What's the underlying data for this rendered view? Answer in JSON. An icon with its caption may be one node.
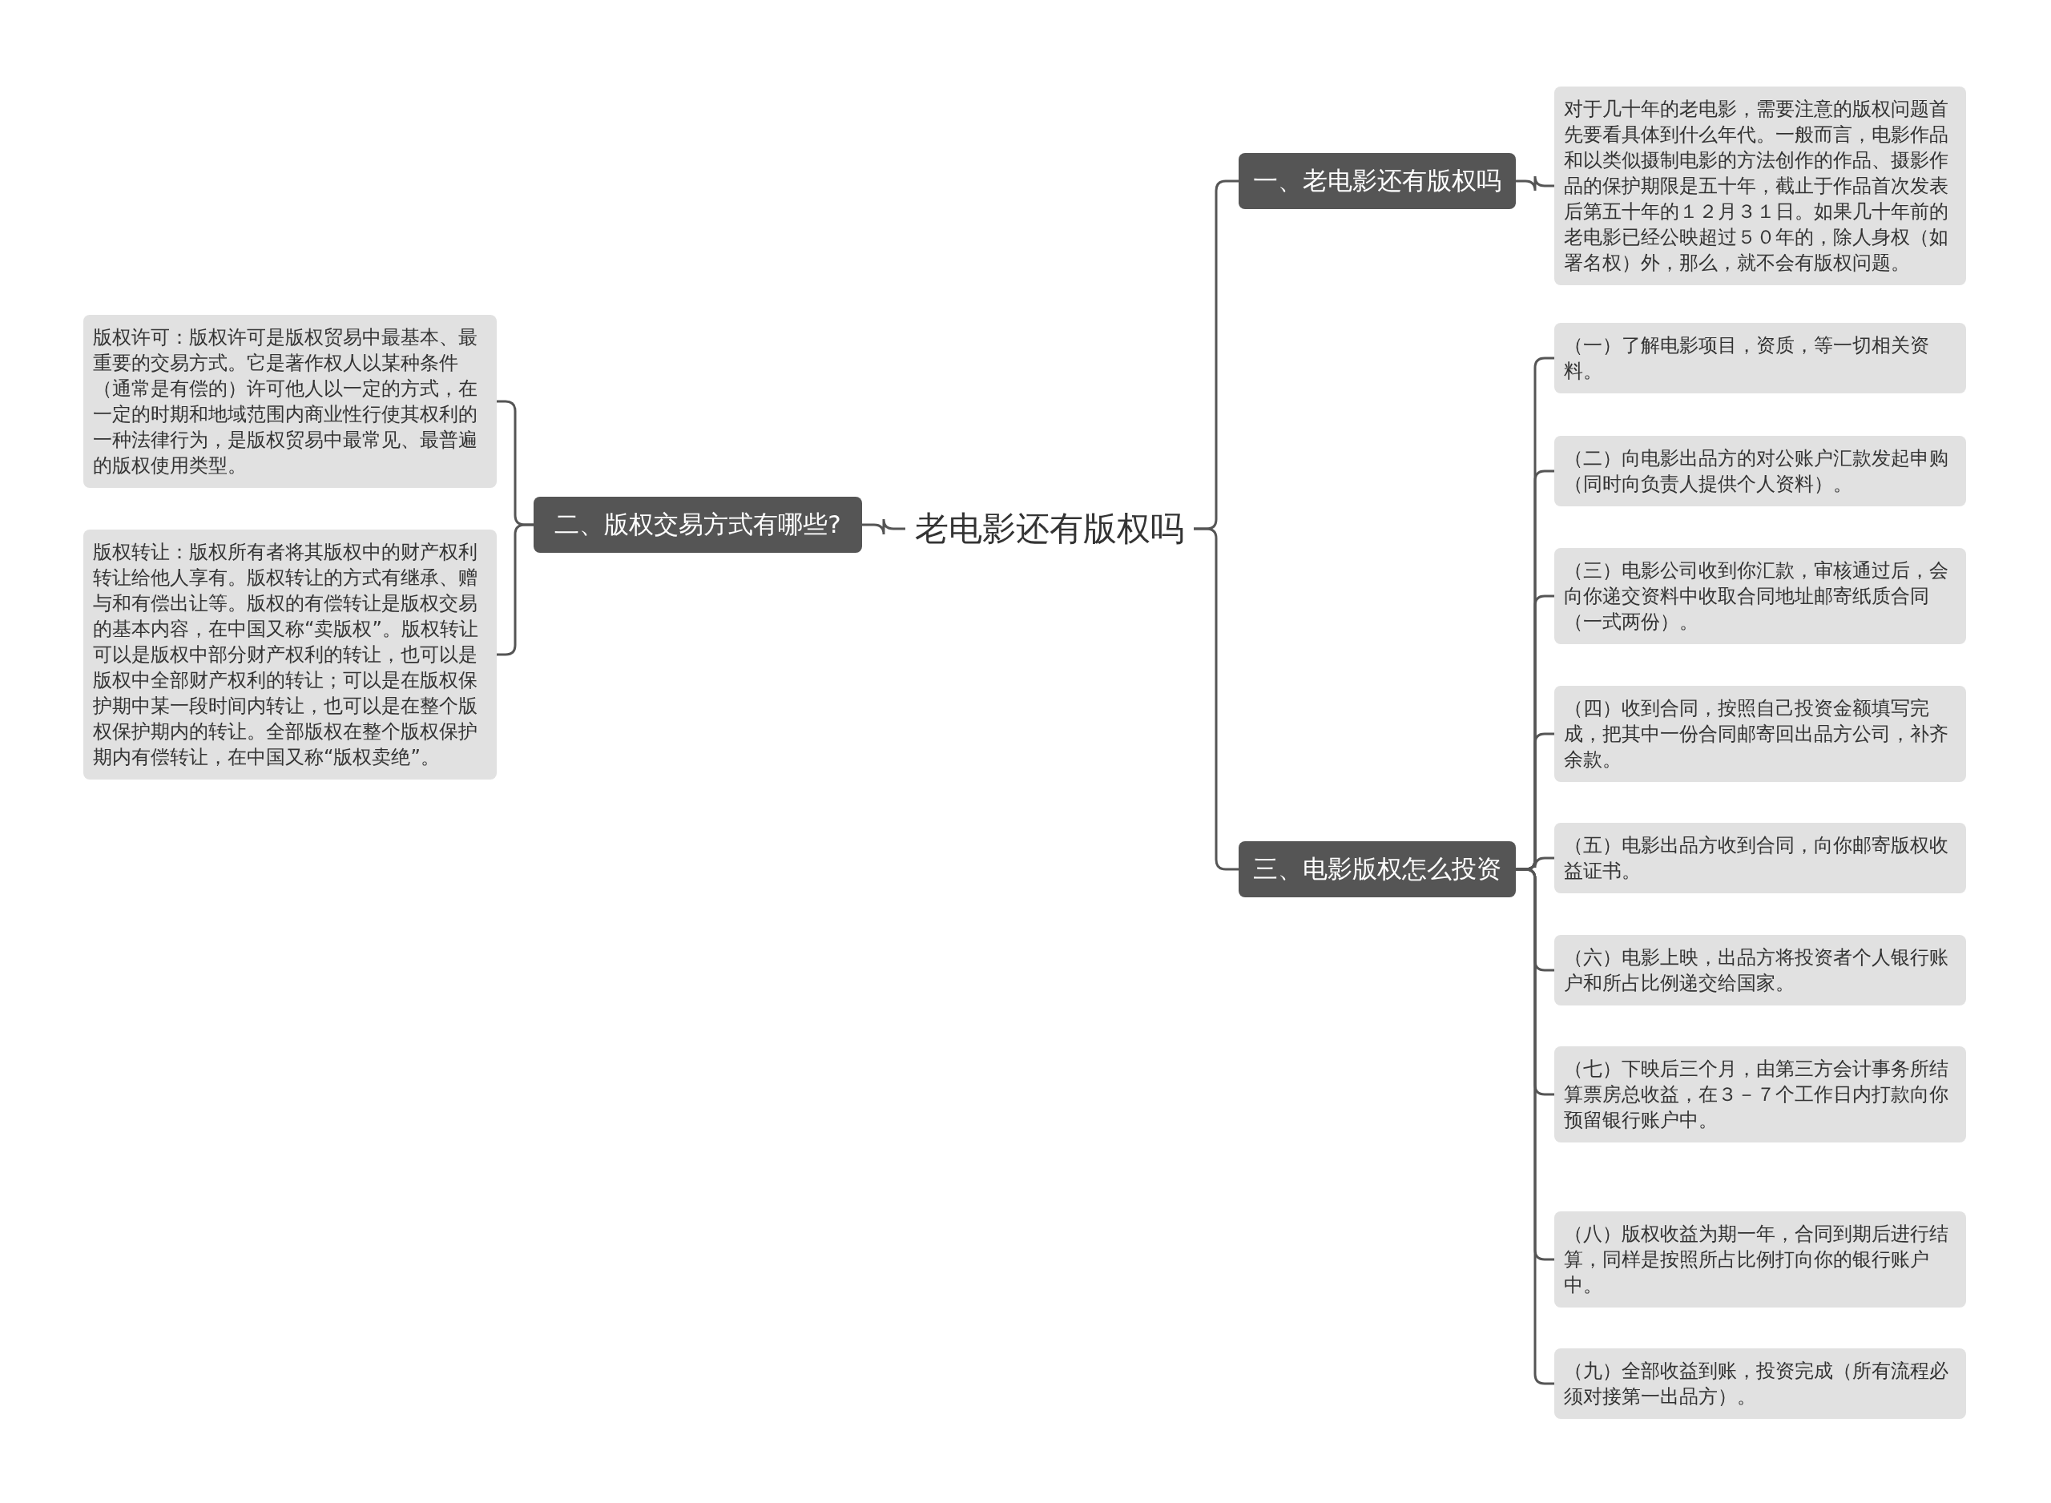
{
  "diagram": {
    "nodes": [
      {
        "text": [
          "老电影还有版权吗"
        ]
      },
      {
        "text": [
          "一、老电影还有版权吗"
        ]
      },
      {
        "text": [
          "对于几十年的老电影，需要注意的版权问题首先要看具体到什么年代。一般而言，电影作品和以类似摄制电影的方法创作的作品、摄影作品的保护期限是五十年，截止于作品首次发表后第五十年的１２月３１日。如果几十年前的老电影已经公映超过５０年的，除人身权（如署名权）外，那么，就不会有版权问题。"
        ]
      },
      {
        "text": [
          "二、版权交易方式有哪些?"
        ]
      },
      {
        "text": [
          "版权许可：版权许可是版权贸易中最基本、最重要的交易方式。它是著作权人以某种条件（通常是有偿的）许可他人以一定的方式，在一定的时期和地域范围内商业性行使其权利的一种法律行为，是版权贸易中最常见、最普遍的版权使用类型。"
        ]
      },
      {
        "text": [
          "版权转让：版权所有者将其版权中的财产权利转让给他人享有。版权转让的方式有继承、赠与和有偿出让等。版权的有偿转让是版权交易的基本内容，在中国又称“卖版权”。版权转让可以是版权中部分财产权利的转让，也可以是版权中全部财产权利的转让；可以是在版权保护期中某一段时间内转让，也可以是在整个版权保护期内的转让。全部版权在整个版权保护期内有偿转让，在中国又称“版权卖绝”。"
        ]
      },
      {
        "text": [
          "三、电影版权怎么投资"
        ]
      },
      {
        "text": [
          "（一）了解电影项目，资质，等一切相关资料。"
        ]
      },
      {
        "text": [
          "（二）向电影出品方的对公账户汇款发起申购（同时向负责人提供个人资料）。"
        ]
      },
      {
        "text": [
          "（三）电影公司收到你汇款，审核通过后，会向你递交资料中收取合同地址邮寄纸质合同（一式两份）。"
        ]
      },
      {
        "text": [
          "（四）收到合同，按照自己投资金额填写完成，把其中一份合同邮寄回出品方公司，补齐余款。"
        ]
      },
      {
        "text": [
          "（五）电影出品方收到合同，向你邮寄版权收益证书。"
        ]
      },
      {
        "text": [
          "（六）电影上映，出品方将投资者个人银行账户和所占比例递交给国家。"
        ]
      },
      {
        "text": [
          "（七）下映后三个月，由第三方会计事务所结算票房总收益，在３－７个工作日内打款向你预留银行账户中。"
        ]
      },
      {
        "text": [
          "（八）版权收益为期一年，合同到期后进行结算，同样是按照所占比例打向你的银行账户中。"
        ]
      },
      {
        "text": [
          "（九）全部收益到账，投资完成（所有流程必须对接第一出品方）。"
        ]
      }
    ],
    "edges": [
      {
        "from": 0,
        "to": 1,
        "arrow": "none"
      },
      {
        "from": 1,
        "to": 2,
        "arrow": "none"
      },
      {
        "from": 0,
        "to": 3,
        "arrow": "none"
      },
      {
        "from": 3,
        "to": 4,
        "arrow": "none"
      },
      {
        "from": 3,
        "to": 5,
        "arrow": "none"
      },
      {
        "from": 0,
        "to": 6,
        "arrow": "none"
      },
      {
        "from": 6,
        "to": 7,
        "arrow": "none"
      },
      {
        "from": 6,
        "to": 8,
        "arrow": "none"
      },
      {
        "from": 6,
        "to": 9,
        "arrow": "none"
      },
      {
        "from": 6,
        "to": 10,
        "arrow": "none"
      },
      {
        "from": 6,
        "to": 11,
        "arrow": "none"
      },
      {
        "from": 6,
        "to": 12,
        "arrow": "none"
      },
      {
        "from": 6,
        "to": 13,
        "arrow": "none"
      },
      {
        "from": 6,
        "to": 14,
        "arrow": "none"
      },
      {
        "from": 6,
        "to": 15,
        "arrow": "none"
      }
    ]
  }
}
